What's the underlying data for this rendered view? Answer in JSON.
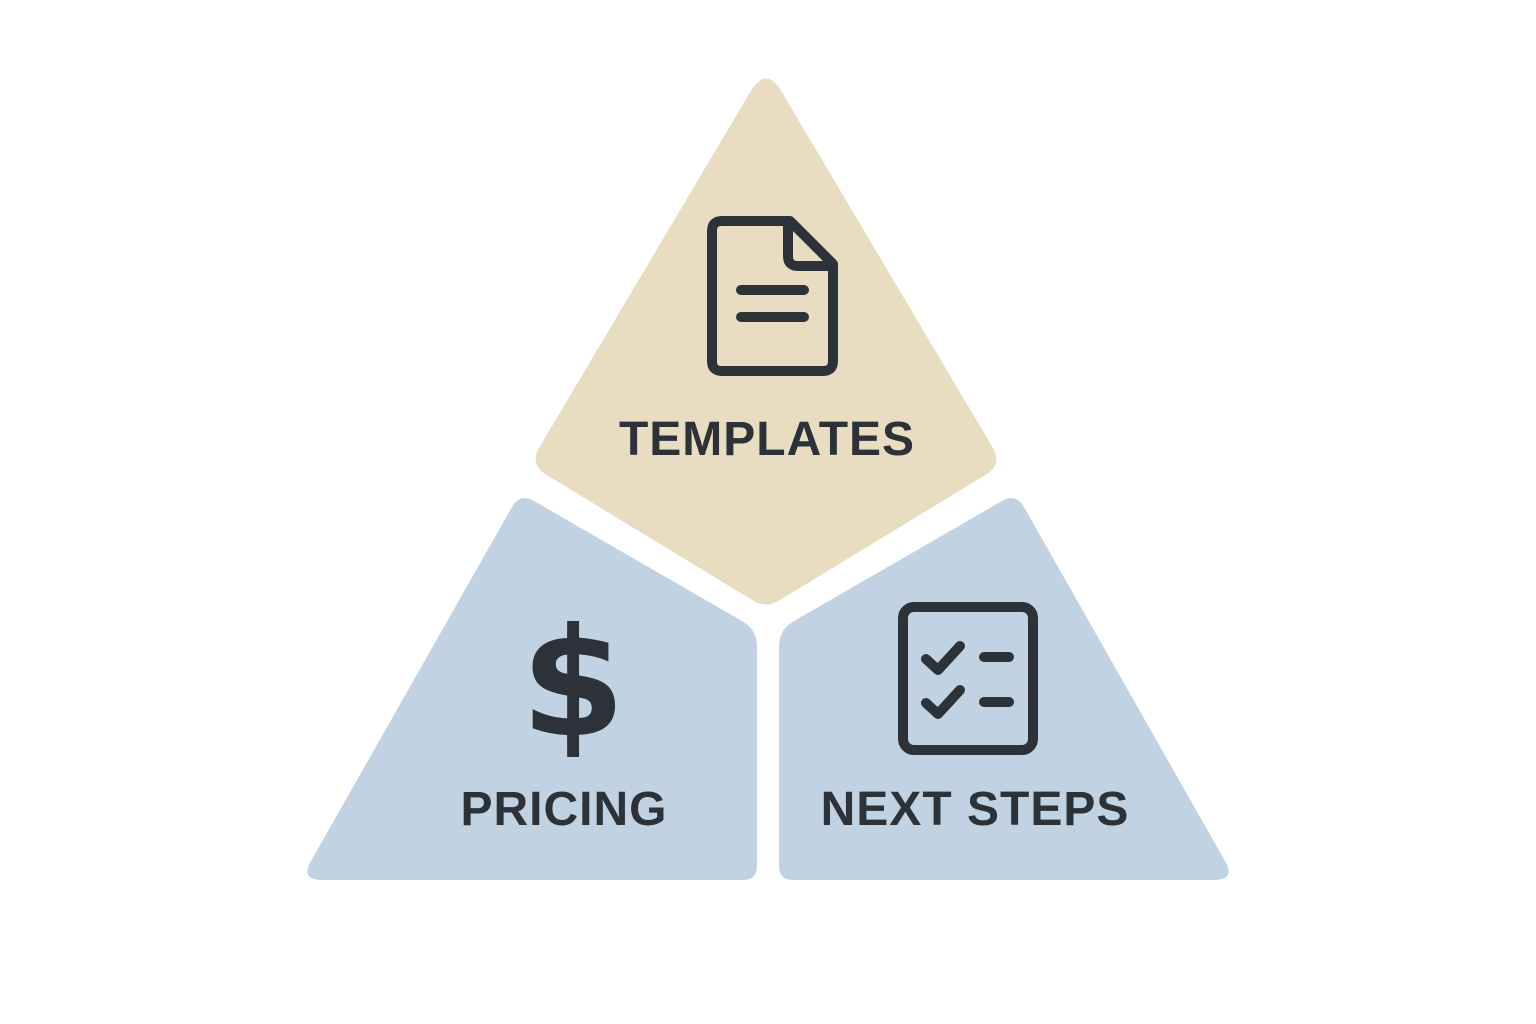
{
  "colors": {
    "background": "#ffffff",
    "top_fill": "#e8ddc0",
    "bottom_fill": "#c1d3e2",
    "ink": "#2d3238"
  },
  "segments": [
    {
      "id": "top",
      "label": "TEMPLATES",
      "icon": "document-icon"
    },
    {
      "id": "bottom-left",
      "label": "PRICING",
      "icon": "dollar-sign-icon"
    },
    {
      "id": "bottom-right",
      "label": "NEXT STEPS",
      "icon": "checklist-icon"
    }
  ],
  "icons": {
    "dollar_glyph": "$"
  }
}
